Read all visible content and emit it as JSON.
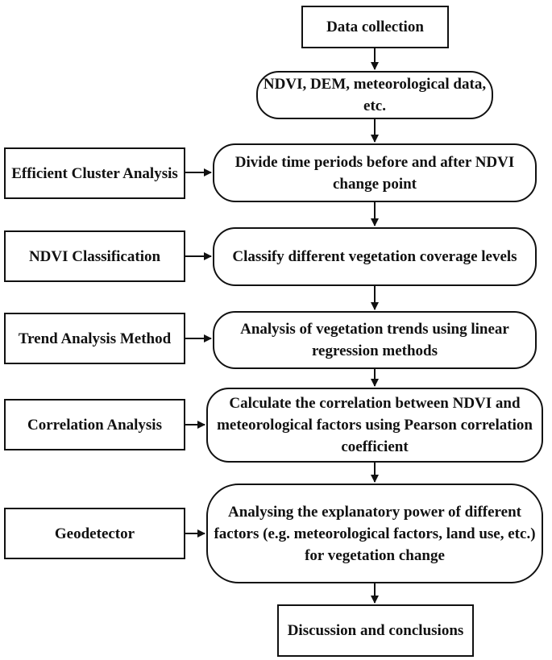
{
  "flow": {
    "data_collection": "Data collection",
    "ndvi_data": "NDVI, DEM, meteorological data, etc.",
    "divide_periods": "Divide time periods before and after NDVI change point",
    "classify_levels": "Classify different vegetation coverage levels",
    "trend_analysis": "Analysis of vegetation trends using linear regression methods",
    "correlation_calc": "Calculate the correlation between NDVI and meteorological factors using Pearson correlation coefficient",
    "explanatory_power": "Analysing the explanatory power of different factors (e.g. meteorological factors, land use, etc.) for vegetation change",
    "discussion": "Discussion and conclusions"
  },
  "methods": {
    "cluster": "Efficient Cluster Analysis",
    "ndvi_classification": "NDVI Classification",
    "trend_method": "Trend Analysis Method",
    "correlation": "Correlation Analysis",
    "geodetector": "Geodetector"
  }
}
